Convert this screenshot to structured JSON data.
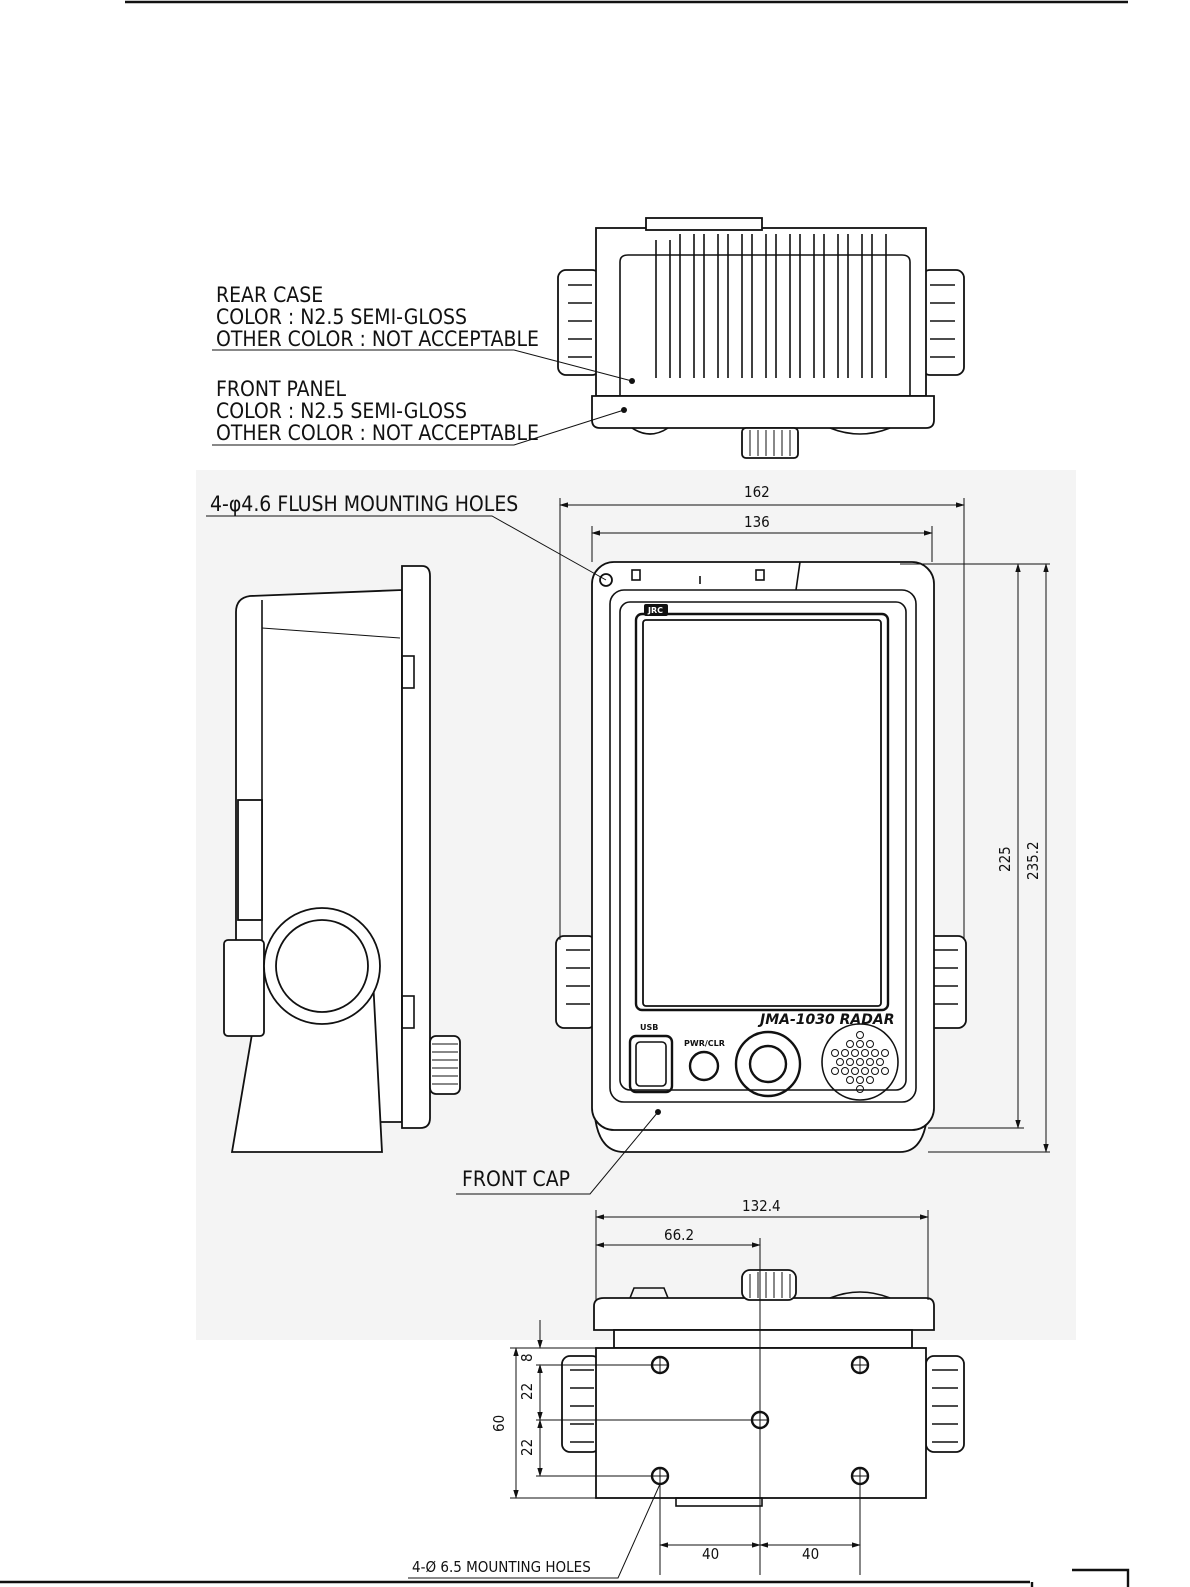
{
  "labels": {
    "rear_case": [
      "REAR CASE",
      "COLOR : N2.5 SEMI-GLOSS",
      "OTHER COLOR : NOT ACCEPTABLE"
    ],
    "front_panel": [
      "FRONT PANEL",
      "COLOR : N2.5 SEMI-GLOSS",
      "OTHER COLOR : NOT ACCEPTABLE"
    ],
    "flush_holes": "4-φ4.6 FLUSH MOUNTING HOLES",
    "front_cap": "FRONT CAP",
    "mounting_holes": "4-Ø 6.5  MOUNTING HOLES"
  },
  "device": {
    "brand_logo": "JRC",
    "model": "JMA-1030 RADAR",
    "usb_label": "USB",
    "pwr_label": "PWR/CLR"
  },
  "dimensions": {
    "front_outer_width": "162",
    "front_panel_width": "136",
    "height_inner": "225",
    "height_outer": "235.2",
    "bottom_width": "132.4",
    "bottom_half": "66.2",
    "depth_total": "60",
    "depth_a": "8",
    "depth_b": "22",
    "depth_c": "22",
    "hole_spacing_left": "40",
    "hole_spacing_right": "40"
  }
}
